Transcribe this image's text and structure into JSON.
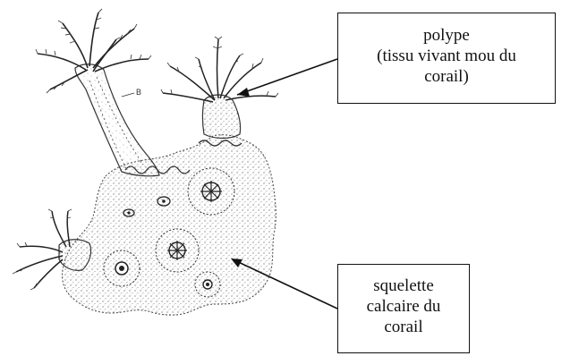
{
  "labels": {
    "polyp": {
      "line1": "polype",
      "line2": "(tissu vivant mou du",
      "line3": "corail)"
    },
    "skeleton": {
      "line1": "squelette",
      "line2": "calcaire du",
      "line3": "corail"
    }
  },
  "sketch_marks": {
    "tiny_letter": "B"
  }
}
